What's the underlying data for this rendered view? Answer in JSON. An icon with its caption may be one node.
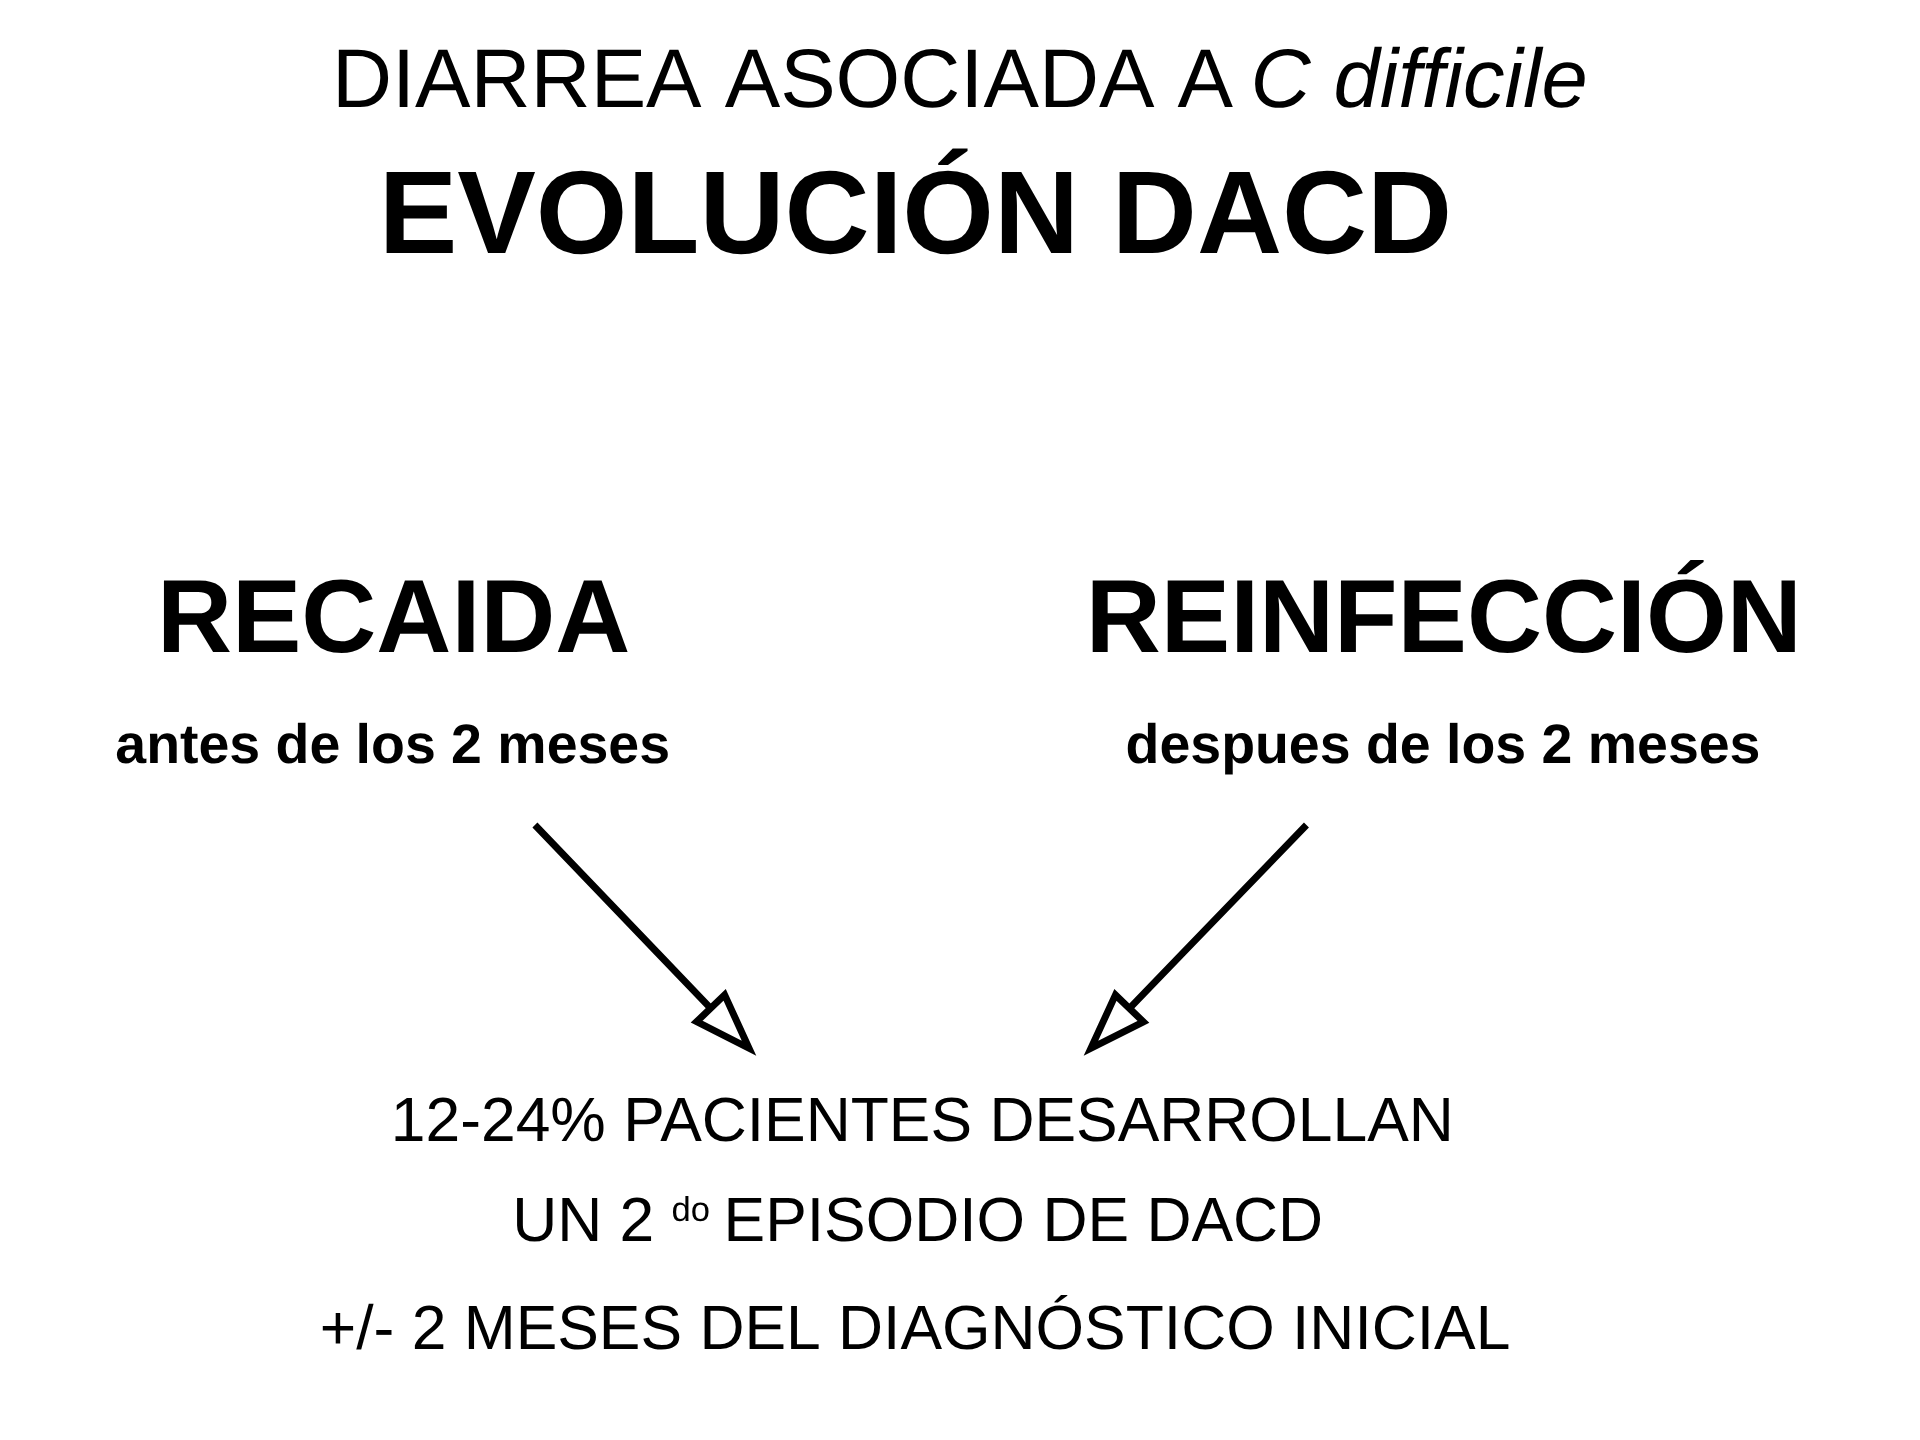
{
  "diagram": {
    "title": "DIARREA ASOCIADA A *C difficile*",
    "nodes": [
      {
        "text": [
          "RECAIDA",
          "antes de los 2 meses"
        ]
      },
      {
        "text": [
          "REINFECCIÓN",
          "despues de los 2 meses"
        ]
      },
      {
        "text": [
          "12-24% PACIENTES DESARROLLAN",
          "UN 2 $^{do}$ EPISODIO DE DACD",
          "+/- 2 MESES DEL DIAGNÓSTICO INICIAL"
        ]
      }
    ],
    "edges": [
      {
        "from": 0,
        "to": 2,
        "arrow": "to"
      },
      {
        "from": 1,
        "to": 2,
        "arrow": "to"
      }
    ],
    "labels": [
      "EVOLUCIÓN DACD"
    ]
  }
}
